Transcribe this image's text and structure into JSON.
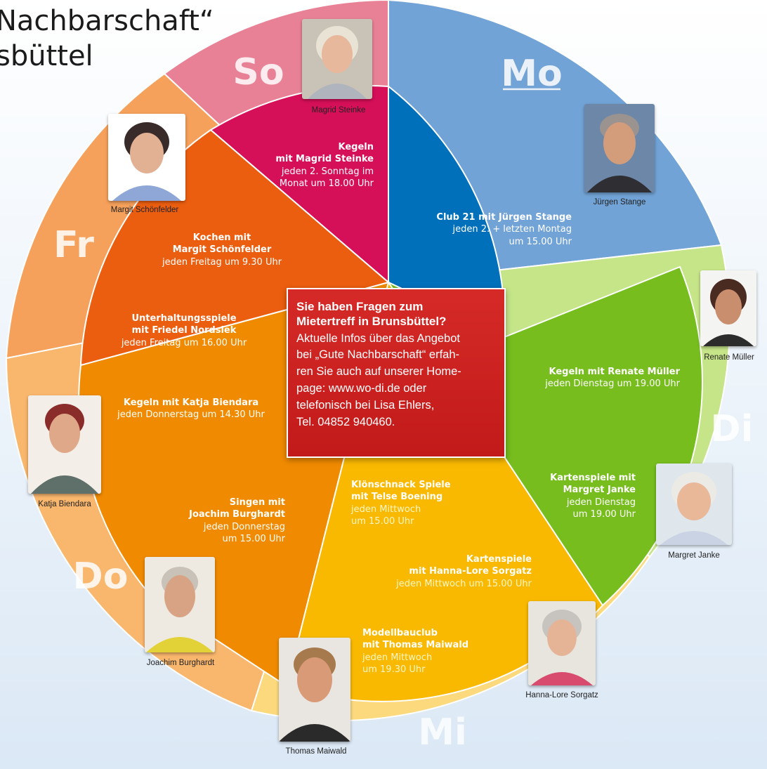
{
  "header": {
    "title_line1": "Nachbarschaft“",
    "title_line2": "sbüttel"
  },
  "colors": {
    "so_outer": "#e98196",
    "so_inner": "#d60f59",
    "mo_outer": "#72a3d6",
    "mo_inner": "#0070bb",
    "di_outer": "#c6e589",
    "di_inner": "#76bd1d",
    "mi_outer": "#fbd97c",
    "mi_inner": "#f9b900",
    "do_outer": "#f9b66d",
    "do_inner": "#f08a00",
    "fr_outer": "#f5a05b",
    "fr_inner": "#ec5e0f",
    "info_bg": "#cc1f1f"
  },
  "days": {
    "so": "So",
    "mo": "Mo",
    "di": "Di",
    "mi": "Mi",
    "do": "Do",
    "fr": "Fr"
  },
  "events": {
    "so_kegeln": {
      "title1": "Kegeln",
      "title2": "mit Magrid Steinke",
      "detail1": "jeden 2. Sonntag im",
      "detail2": "Monat um 18.00 Uhr"
    },
    "mo_club": {
      "title1": "Club 21 mit Jürgen Stange",
      "detail1": "jeden 2. + letzten Montag",
      "detail2": "um 15.00 Uhr"
    },
    "fr_kochen": {
      "title1": "Kochen mit",
      "title2": "Margit Schönfelder",
      "detail1": "jeden Freitag um 9.30 Uhr"
    },
    "fr_unterhaltung": {
      "title1": "Unterhaltungsspiele",
      "title2": "mit Friedel Nordsiek",
      "detail1": "jeden Freitag um 16.00 Uhr"
    },
    "do_kegeln": {
      "title1": "Kegeln mit Katja Biendara",
      "detail1": "jeden Donnerstag um 14.30 Uhr"
    },
    "do_singen": {
      "title1": "Singen mit",
      "title2": "Joachim Burghardt",
      "detail1": "jeden Donnerstag",
      "detail2": "um 15.00 Uhr"
    },
    "di_kegeln": {
      "title1": "Kegeln mit Renate Müller",
      "detail1": "jeden Dienstag um 19.00 Uhr"
    },
    "di_karten": {
      "title1": "Kartenspiele mit",
      "title2": "Margret Janke",
      "detail1": "jeden Dienstag",
      "detail2": "um 19.00 Uhr"
    },
    "mi_kloen": {
      "title1": "Klönschnack Spiele",
      "title2": "mit Telse Boening",
      "detail1": "jeden Mittwoch",
      "detail2": "um 15.00 Uhr"
    },
    "mi_karten": {
      "title1": "Kartenspiele",
      "title2": "mit  Hanna-Lore Sorgatz",
      "detail1": "jeden Mittwoch um 15.00 Uhr"
    },
    "mi_modell": {
      "title1": "Modellbauclub",
      "title2": "mit Thomas Maiwald",
      "detail1": "jeden Mittwoch",
      "detail2": "um 19.30 Uhr"
    }
  },
  "people": {
    "magrid": "Magrid Steinke",
    "juergen": "Jürgen Stange",
    "margit": "Margit Schönfelder",
    "renate": "Renate Müller",
    "katja": "Katja Biendara",
    "margret": "Margret Janke",
    "joachim": "Joachim Burghardt",
    "hanna": "Hanna-Lore Sorgatz",
    "thomas": "Thomas Maiwald"
  },
  "info": {
    "question1": "Sie haben Fragen zum",
    "question2": "Mietertreff in Brunsbüttel?",
    "lines": [
      "Aktuelle Infos über das Angebot",
      "bei „Gute Nachbarschaft“ erfah-",
      "ren Sie auch auf unserer Home-",
      "page: www.wo-di.de oder",
      "telefonisch bei Lisa Ehlers,",
      "Tel. 04852 940460."
    ]
  }
}
